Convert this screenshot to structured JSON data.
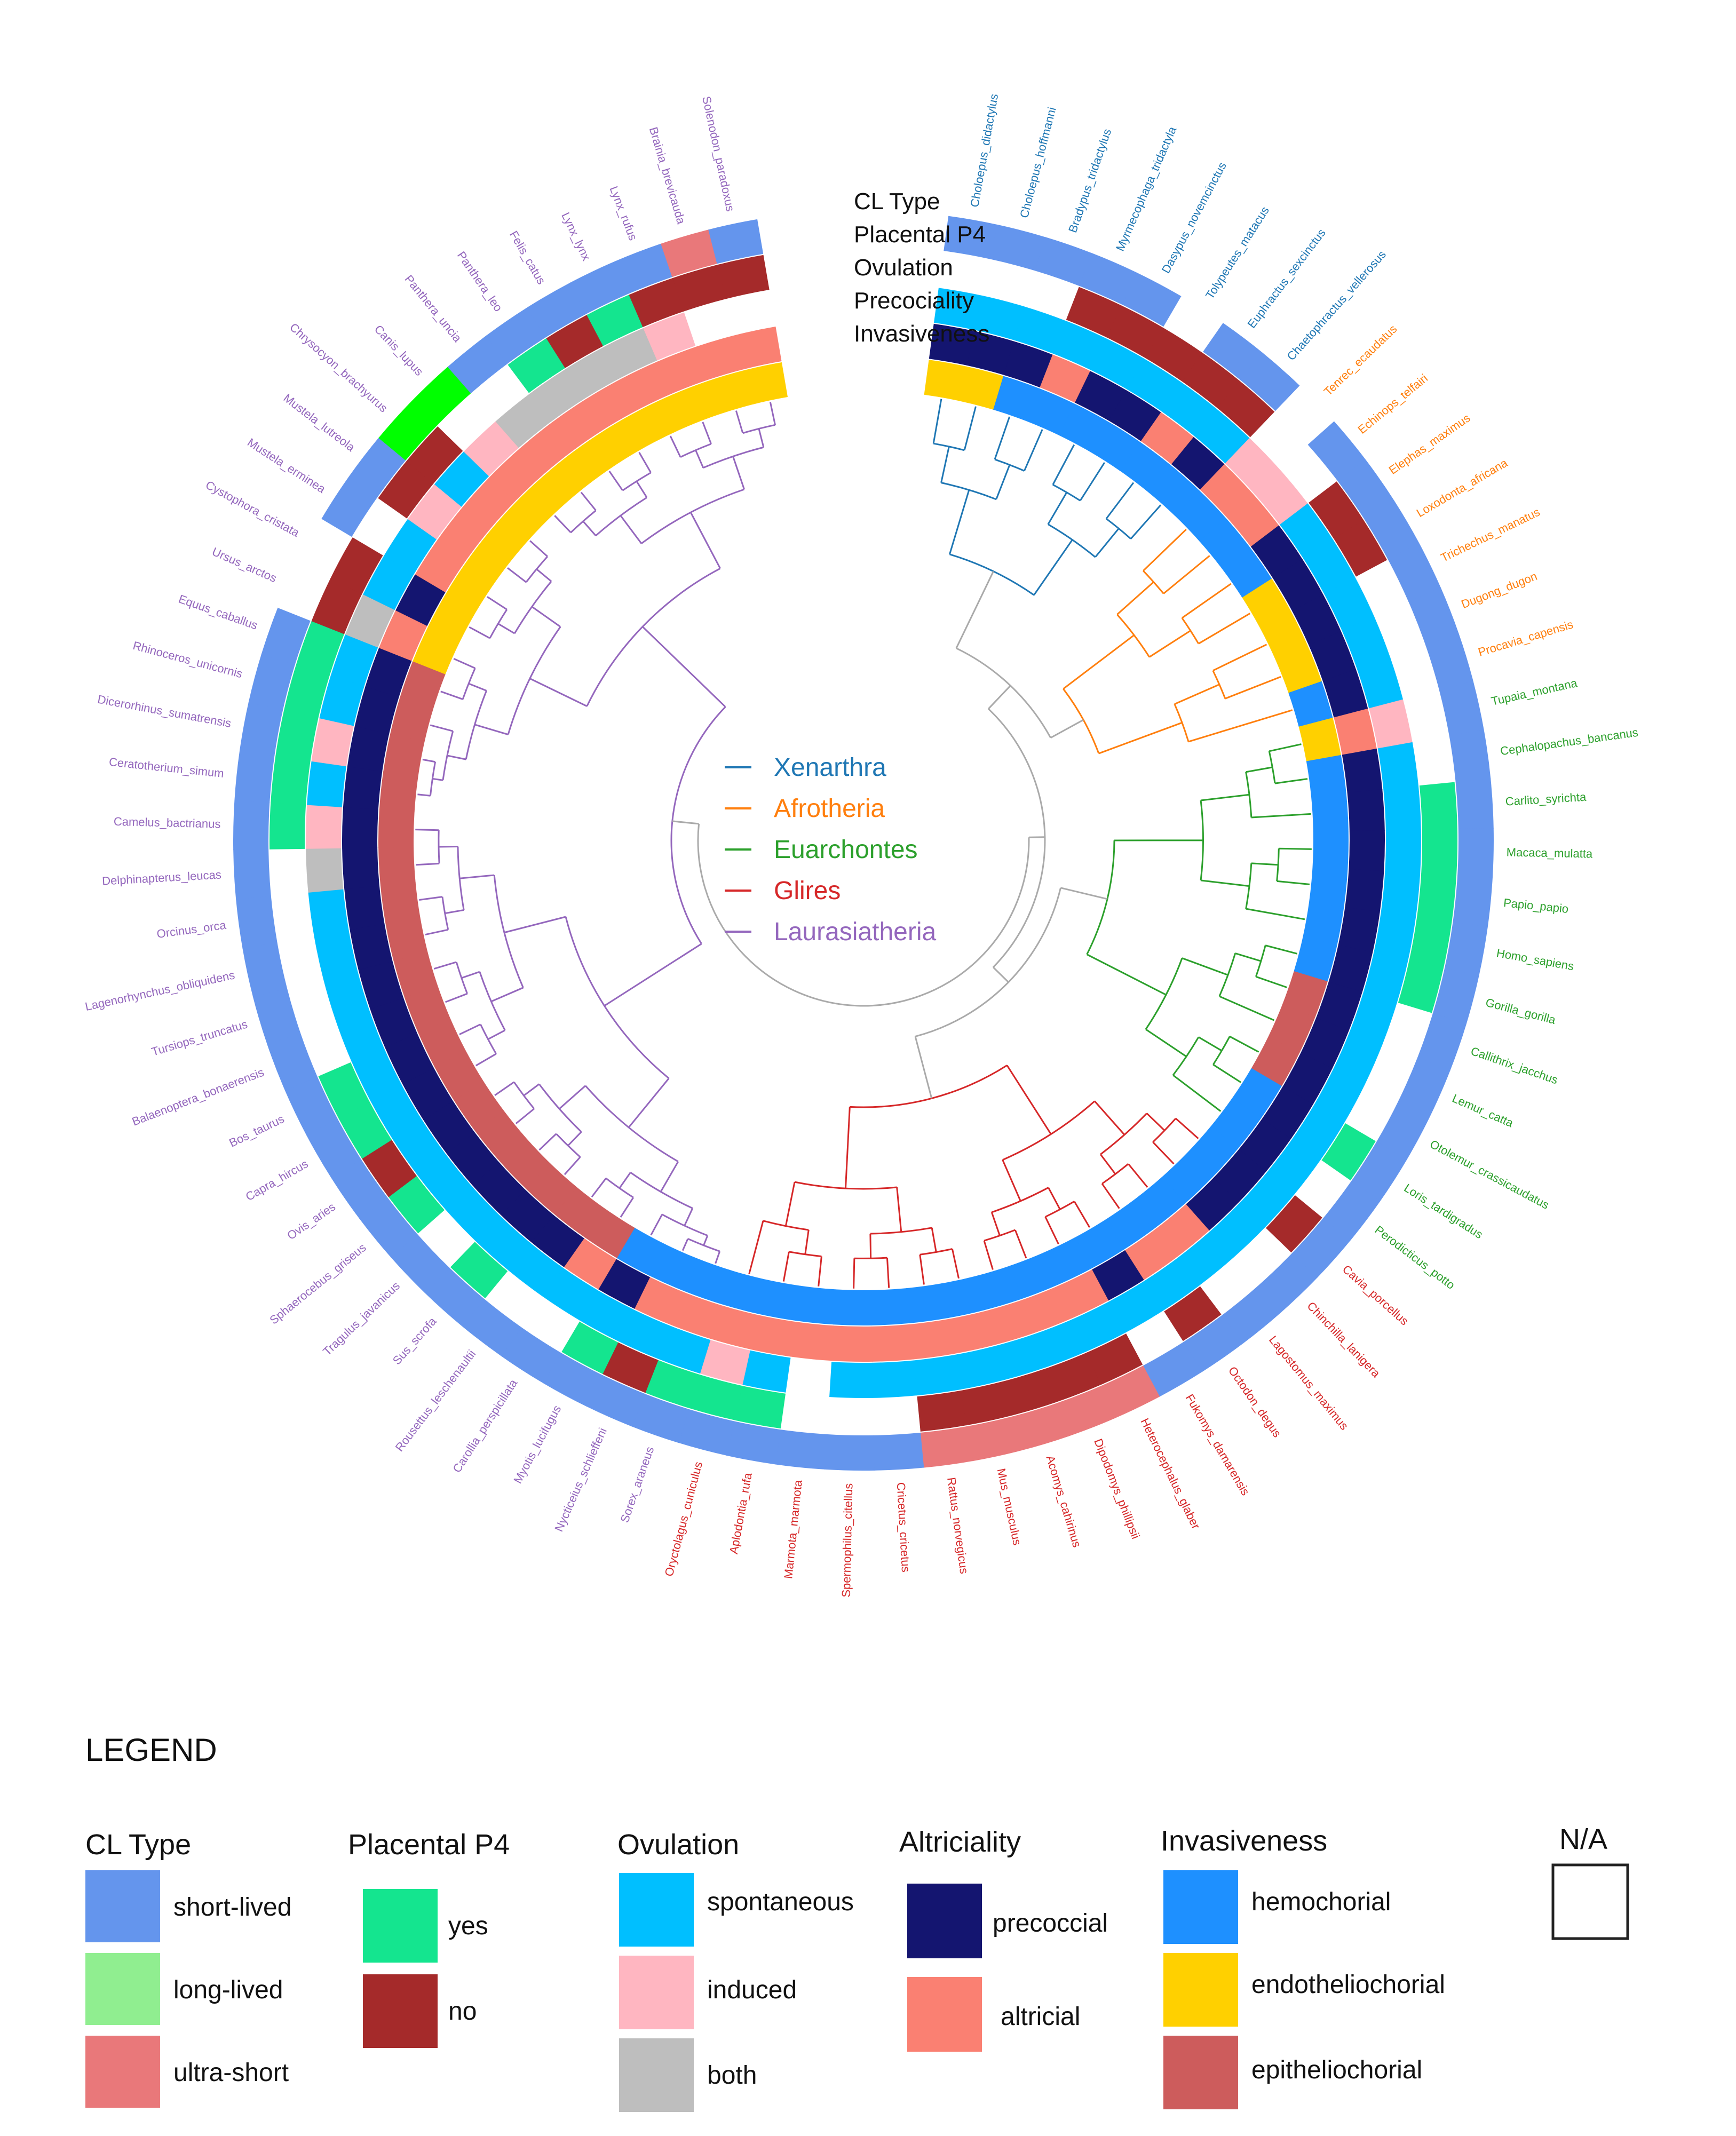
{
  "ring_labels": [
    "CL Type",
    "Placental P4",
    "Ovulation",
    "Precociality",
    "Invasiveness"
  ],
  "clades": [
    {
      "name": "Xenarthra",
      "color": "#1f77b4"
    },
    {
      "name": "Afrotheria",
      "color": "#ff7f0e"
    },
    {
      "name": "Euarchontes",
      "color": "#2ca02c"
    },
    {
      "name": "Glires",
      "color": "#d62728"
    },
    {
      "name": "Laurasiatheria",
      "color": "#9467bd"
    }
  ],
  "colors": {
    "short": "#6495ED",
    "long": "#90EE90",
    "ultra": "#E9787A",
    "yes": "#14E58F",
    "no": "#A52A2A",
    "spont": "#00BFFF",
    "induced": "#FFB6C1",
    "both": "#BEBEBE",
    "preco": "#141570",
    "altri": "#FA8072",
    "hemo": "#1E90FF",
    "endo": "#FFD000",
    "epi": "#CD5C5C",
    "green": "#00FF00",
    "na": "#FFFFFF"
  },
  "taxa": [
    {
      "name": "Choloepus_didactylus",
      "clade": 0,
      "traits": [
        "short",
        "na",
        "spont",
        "preco",
        "endo"
      ]
    },
    {
      "name": "Choloepus_hoffmanni",
      "clade": 0,
      "traits": [
        "short",
        "na",
        "spont",
        "preco",
        "endo"
      ]
    },
    {
      "name": "Bradypus_tridactylus",
      "clade": 0,
      "traits": [
        "short",
        "na",
        "spont",
        "preco",
        "hemo"
      ]
    },
    {
      "name": "Myrmecophaga_tridactyla",
      "clade": 0,
      "traits": [
        "short",
        "no",
        "spont",
        "altri",
        "hemo"
      ]
    },
    {
      "name": "Dasypus_novemcinctus",
      "clade": 0,
      "traits": [
        "short",
        "no",
        "spont",
        "preco",
        "hemo"
      ]
    },
    {
      "name": "Tolypeutes_matacus",
      "clade": 0,
      "traits": [
        "na",
        "no",
        "spont",
        "preco",
        "hemo"
      ]
    },
    {
      "name": "Euphractus_sexcinctus",
      "clade": 0,
      "traits": [
        "short",
        "no",
        "spont",
        "altri",
        "hemo"
      ]
    },
    {
      "name": "Chaetophractus_vellerosus",
      "clade": 0,
      "traits": [
        "short",
        "no",
        "spont",
        "preco",
        "hemo"
      ]
    },
    {
      "name": "Tenrec_ecaudatus",
      "clade": 1,
      "traits": [
        "na",
        "na",
        "induced",
        "altri",
        "hemo"
      ]
    },
    {
      "name": "Echinops_telfairi",
      "clade": 1,
      "traits": [
        "short",
        "na",
        "induced",
        "altri",
        "hemo"
      ]
    },
    {
      "name": "Elephas_maximus",
      "clade": 1,
      "traits": [
        "short",
        "no",
        "spont",
        "preco",
        "hemo"
      ]
    },
    {
      "name": "Loxodonta_africana",
      "clade": 1,
      "traits": [
        "short",
        "no",
        "spont",
        "preco",
        "endo"
      ]
    },
    {
      "name": "Trichechus_manatus",
      "clade": 1,
      "traits": [
        "short",
        "na",
        "spont",
        "preco",
        "endo"
      ]
    },
    {
      "name": "Dugong_dugon",
      "clade": 1,
      "traits": [
        "short",
        "na",
        "spont",
        "preco",
        "endo"
      ]
    },
    {
      "name": "Procavia_capensis",
      "clade": 1,
      "traits": [
        "short",
        "na",
        "spont",
        "preco",
        "hemo"
      ]
    },
    {
      "name": "Tupaia_montana",
      "clade": 2,
      "traits": [
        "short",
        "na",
        "induced",
        "altri",
        "endo"
      ]
    },
    {
      "name": "Cephalopachus_bancanus",
      "clade": 2,
      "traits": [
        "short",
        "na",
        "spont",
        "preco",
        "hemo"
      ]
    },
    {
      "name": "Carlito_syrichta",
      "clade": 2,
      "traits": [
        "short",
        "yes",
        "spont",
        "preco",
        "hemo"
      ]
    },
    {
      "name": "Macaca_mulatta",
      "clade": 2,
      "traits": [
        "short",
        "yes",
        "spont",
        "preco",
        "hemo"
      ]
    },
    {
      "name": "Papio_papio",
      "clade": 2,
      "traits": [
        "short",
        "yes",
        "spont",
        "preco",
        "hemo"
      ]
    },
    {
      "name": "Homo_sapiens",
      "clade": 2,
      "traits": [
        "short",
        "yes",
        "spont",
        "preco",
        "hemo"
      ]
    },
    {
      "name": "Gorilla_gorilla",
      "clade": 2,
      "traits": [
        "short",
        "yes",
        "spont",
        "preco",
        "hemo"
      ]
    },
    {
      "name": "Callithrix_jacchus",
      "clade": 2,
      "traits": [
        "short",
        "na",
        "spont",
        "preco",
        "epi"
      ]
    },
    {
      "name": "Lemur_catta",
      "clade": 2,
      "traits": [
        "short",
        "na",
        "spont",
        "preco",
        "epi"
      ]
    },
    {
      "name": "Otolemur_crassicaudatus",
      "clade": 2,
      "traits": [
        "short",
        "na",
        "spont",
        "preco",
        "epi"
      ]
    },
    {
      "name": "Loris_tardigradus",
      "clade": 2,
      "traits": [
        "short",
        "yes",
        "spont",
        "preco",
        "hemo"
      ]
    },
    {
      "name": "Perodicticus_potto",
      "clade": 2,
      "traits": [
        "short",
        "na",
        "spont",
        "preco",
        "hemo"
      ]
    },
    {
      "name": "Cavia_porcellus",
      "clade": 3,
      "traits": [
        "short",
        "no",
        "spont",
        "preco",
        "hemo"
      ]
    },
    {
      "name": "Chinchilla_lanigera",
      "clade": 3,
      "traits": [
        "short",
        "na",
        "spont",
        "preco",
        "hemo"
      ]
    },
    {
      "name": "Lagostomus_maximus",
      "clade": 3,
      "traits": [
        "short",
        "na",
        "spont",
        "altri",
        "hemo"
      ]
    },
    {
      "name": "Octodon_degus",
      "clade": 3,
      "traits": [
        "short",
        "no",
        "spont",
        "altri",
        "hemo"
      ]
    },
    {
      "name": "Fukomys_damarensis",
      "clade": 3,
      "traits": [
        "short",
        "na",
        "spont",
        "preco",
        "hemo"
      ]
    },
    {
      "name": "Heterocephalus_glaber",
      "clade": 3,
      "traits": [
        "ultra",
        "no",
        "spont",
        "altri",
        "hemo"
      ]
    },
    {
      "name": "Dipodomys_phillipsii",
      "clade": 3,
      "traits": [
        "ultra",
        "no",
        "spont",
        "altri",
        "hemo"
      ]
    },
    {
      "name": "Acomys_cahirinus",
      "clade": 3,
      "traits": [
        "ultra",
        "no",
        "spont",
        "altri",
        "hemo"
      ]
    },
    {
      "name": "Mus_musculus",
      "clade": 3,
      "traits": [
        "ultra",
        "no",
        "spont",
        "altri",
        "hemo"
      ]
    },
    {
      "name": "Rattus_norvegicus",
      "clade": 3,
      "traits": [
        "ultra",
        "no",
        "spont",
        "altri",
        "hemo"
      ]
    },
    {
      "name": "Cricetus_cricetus",
      "clade": 3,
      "traits": [
        "short",
        "na",
        "spont",
        "altri",
        "hemo"
      ]
    },
    {
      "name": "Spermophilus_citellus",
      "clade": 3,
      "traits": [
        "short",
        "na",
        "spont",
        "altri",
        "hemo"
      ]
    },
    {
      "name": "Marmota_marmota",
      "clade": 3,
      "traits": [
        "short",
        "na",
        "na",
        "altri",
        "hemo"
      ]
    },
    {
      "name": "Aplodontia_rufa",
      "clade": 3,
      "traits": [
        "short",
        "yes",
        "spont",
        "altri",
        "hemo"
      ]
    },
    {
      "name": "Oryctolagus_cuniculus",
      "clade": 3,
      "traits": [
        "short",
        "yes",
        "induced",
        "altri",
        "hemo"
      ]
    },
    {
      "name": "Sorex_araneus",
      "clade": 4,
      "traits": [
        "short",
        "yes",
        "spont",
        "altri",
        "hemo"
      ]
    },
    {
      "name": "Nycticeius_schlieffeni",
      "clade": 4,
      "traits": [
        "short",
        "no",
        "spont",
        "altri",
        "hemo"
      ]
    },
    {
      "name": "Myotis_lucifugus",
      "clade": 4,
      "traits": [
        "short",
        "yes",
        "spont",
        "preco",
        "hemo"
      ]
    },
    {
      "name": "Carollia_perspicillata",
      "clade": 4,
      "traits": [
        "short",
        "na",
        "spont",
        "altri",
        "epi"
      ]
    },
    {
      "name": "Rousettus_leschenaultii",
      "clade": 4,
      "traits": [
        "short",
        "na",
        "spont",
        "preco",
        "epi"
      ]
    },
    {
      "name": "Sus_scrofa",
      "clade": 4,
      "traits": [
        "short",
        "yes",
        "spont",
        "preco",
        "epi"
      ]
    },
    {
      "name": "Tragulus_javanicus",
      "clade": 4,
      "traits": [
        "short",
        "na",
        "spont",
        "preco",
        "epi"
      ]
    },
    {
      "name": "Sphaerocebus_griseus",
      "clade": 4,
      "traits": [
        "short",
        "yes",
        "spont",
        "preco",
        "epi"
      ]
    },
    {
      "name": "Ovis_aries",
      "clade": 4,
      "traits": [
        "short",
        "no",
        "spont",
        "preco",
        "epi"
      ]
    },
    {
      "name": "Capra_hircus",
      "clade": 4,
      "traits": [
        "short",
        "yes",
        "spont",
        "preco",
        "epi"
      ]
    },
    {
      "name": "Bos_taurus",
      "clade": 4,
      "traits": [
        "short",
        "yes",
        "spont",
        "preco",
        "epi"
      ]
    },
    {
      "name": "Balaenoptera_bonaerensis",
      "clade": 4,
      "traits": [
        "short",
        "na",
        "spont",
        "preco",
        "epi"
      ]
    },
    {
      "name": "Tursiops_truncatus",
      "clade": 4,
      "traits": [
        "short",
        "na",
        "spont",
        "preco",
        "epi"
      ]
    },
    {
      "name": "Lagenorhynchus_obliquidens",
      "clade": 4,
      "traits": [
        "short",
        "na",
        "spont",
        "preco",
        "epi"
      ]
    },
    {
      "name": "Orcinus_orca",
      "clade": 4,
      "traits": [
        "short",
        "na",
        "spont",
        "preco",
        "epi"
      ]
    },
    {
      "name": "Delphinapterus_leucas",
      "clade": 4,
      "traits": [
        "short",
        "na",
        "both",
        "preco",
        "epi"
      ]
    },
    {
      "name": "Camelus_bactrianus",
      "clade": 4,
      "traits": [
        "short",
        "yes",
        "induced",
        "preco",
        "epi"
      ]
    },
    {
      "name": "Ceratotherium_simum",
      "clade": 4,
      "traits": [
        "short",
        "yes",
        "spont",
        "preco",
        "epi"
      ]
    },
    {
      "name": "Dicerorhinus_sumatrensis",
      "clade": 4,
      "traits": [
        "short",
        "yes",
        "induced",
        "preco",
        "epi"
      ]
    },
    {
      "name": "Rhinoceros_unicornis",
      "clade": 4,
      "traits": [
        "short",
        "yes",
        "spont",
        "preco",
        "epi"
      ]
    },
    {
      "name": "Equus_caballus",
      "clade": 4,
      "traits": [
        "short",
        "yes",
        "spont",
        "preco",
        "epi"
      ]
    },
    {
      "name": "Ursus_arctos",
      "clade": 4,
      "traits": [
        "na",
        "no",
        "both",
        "altri",
        "endo"
      ]
    },
    {
      "name": "Cystophora_cristata",
      "clade": 4,
      "traits": [
        "na",
        "no",
        "spont",
        "preco",
        "endo"
      ]
    },
    {
      "name": "Mustela_erminea",
      "clade": 4,
      "traits": [
        "short",
        "na",
        "spont",
        "altri",
        "endo"
      ]
    },
    {
      "name": "Mustela_lutreola",
      "clade": 4,
      "traits": [
        "short",
        "no",
        "induced",
        "altri",
        "endo"
      ]
    },
    {
      "name": "Chrysocyon_brachyurus",
      "clade": 4,
      "traits": [
        "green",
        "no",
        "spont",
        "altri",
        "endo"
      ]
    },
    {
      "name": "Canis_lupus",
      "clade": 4,
      "traits": [
        "green",
        "na",
        "induced",
        "altri",
        "endo"
      ]
    },
    {
      "name": "Panthera_uncia",
      "clade": 4,
      "traits": [
        "short",
        "na",
        "both",
        "altri",
        "endo"
      ]
    },
    {
      "name": "Panthera_leo",
      "clade": 4,
      "traits": [
        "short",
        "yes",
        "both",
        "altri",
        "endo"
      ]
    },
    {
      "name": "Felis_catus",
      "clade": 4,
      "traits": [
        "short",
        "no",
        "both",
        "altri",
        "endo"
      ]
    },
    {
      "name": "Lynx_lynx",
      "clade": 4,
      "traits": [
        "short",
        "yes",
        "both",
        "altri",
        "endo"
      ]
    },
    {
      "name": "Lynx_rufus",
      "clade": 4,
      "traits": [
        "short",
        "no",
        "induced",
        "altri",
        "endo"
      ]
    },
    {
      "name": "Brainia_brevicauda",
      "clade": 4,
      "traits": [
        "ultra",
        "no",
        "na",
        "altri",
        "endo"
      ]
    },
    {
      "name": "Solenodon_paradoxus",
      "clade": 4,
      "traits": [
        "short",
        "no",
        "na",
        "altri",
        "endo"
      ]
    }
  ],
  "legend": {
    "title": "LEGEND",
    "groups": [
      {
        "title": "CL Type",
        "items": [
          {
            "label": "short-lived",
            "color": "#6495ED"
          },
          {
            "label": "long-lived",
            "color": "#90EE90"
          },
          {
            "label": "ultra-short",
            "color": "#E9787A"
          }
        ]
      },
      {
        "title": "Placental P4",
        "items": [
          {
            "label": "yes",
            "color": "#14E58F"
          },
          {
            "label": "no",
            "color": "#A52A2A"
          }
        ]
      },
      {
        "title": "Ovulation",
        "items": [
          {
            "label": "spontaneous",
            "color": "#00BFFF"
          },
          {
            "label": "induced",
            "color": "#FFB6C1"
          },
          {
            "label": "both",
            "color": "#BEBEBE"
          }
        ]
      },
      {
        "title": "Altriciality",
        "items": [
          {
            "label": "precoccial",
            "color": "#141570"
          },
          {
            "label": "altricial",
            "color": "#FA8072"
          }
        ]
      },
      {
        "title": "Invasiveness",
        "items": [
          {
            "label": "hemochorial",
            "color": "#1E90FF"
          },
          {
            "label": "endotheliochorial",
            "color": "#FFD000"
          },
          {
            "label": "epitheliochorial",
            "color": "#CD5C5C"
          }
        ]
      },
      {
        "title": "N/A",
        "items": [
          {
            "label": "",
            "color": "#FFFFFF"
          }
        ]
      }
    ]
  }
}
